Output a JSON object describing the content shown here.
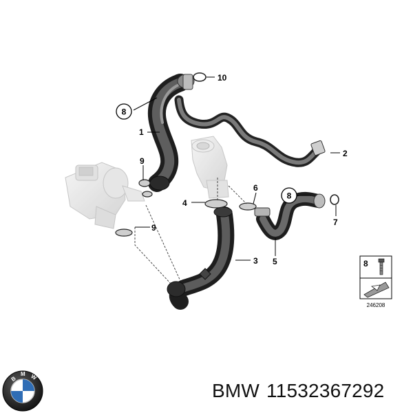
{
  "callouts": {
    "c1": "1",
    "c2": "2",
    "c3": "3",
    "c4": "4",
    "c5": "5",
    "c6": "6",
    "c7": "7",
    "c8a": "8",
    "c8b": "8",
    "c9a": "9",
    "c9b": "9",
    "c10": "10"
  },
  "reference_box": {
    "number": "8",
    "drawing_id": "246208"
  },
  "caption": {
    "brand": "BMW",
    "part_number": "11532367292"
  },
  "logo": {
    "icon": "bmw-roundel-icon",
    "text": "BMW"
  },
  "colors": {
    "hose_dark": "#3a3a3a",
    "hose_mid": "#6a6a6a",
    "part_light": "#e6e6e6",
    "logo_blue": "#2f6db5"
  }
}
